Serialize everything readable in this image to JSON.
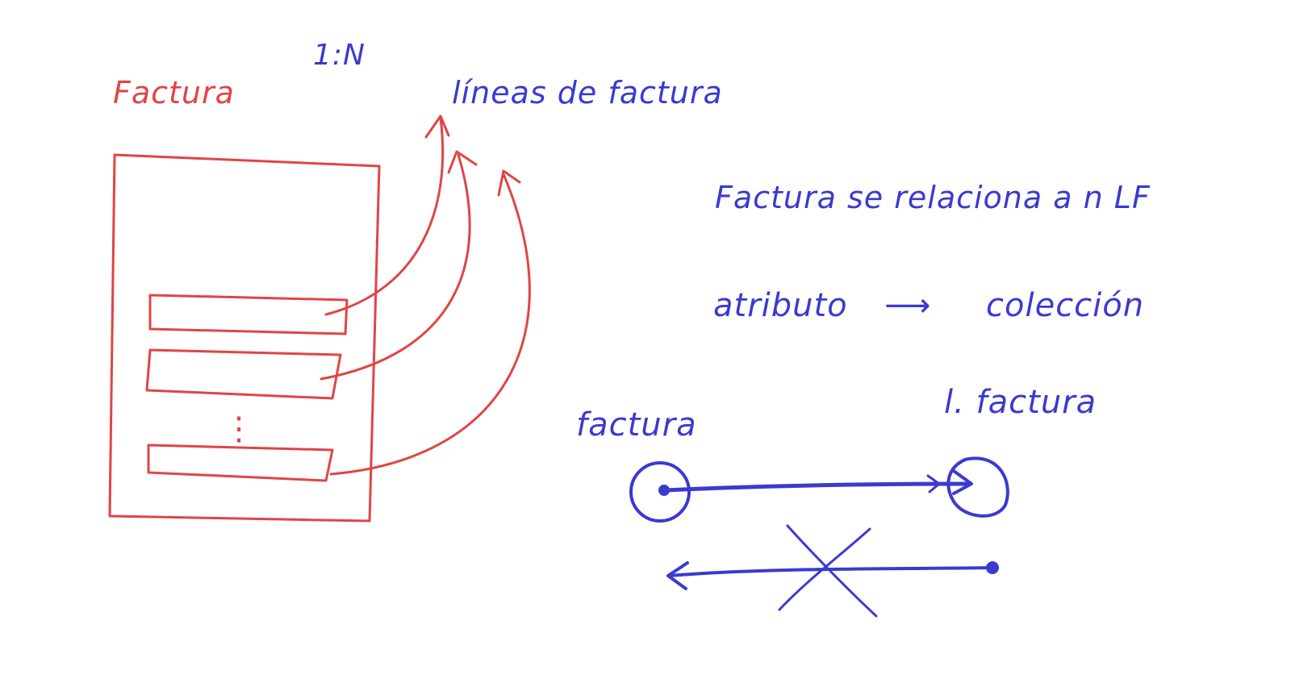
{
  "colors": {
    "red_ink": "#e04545",
    "blue_ink": "#3a3ad0",
    "background": "#ffffff"
  },
  "left_diagram": {
    "title": "Factura",
    "cardinality": "1:N",
    "target_label": "líneas de factura",
    "ellipsis": "⋮"
  },
  "notes": {
    "relation": "Factura se relaciona a n LF",
    "attribute": "atributo",
    "arrow": "⟶",
    "collection": "colección"
  },
  "navigability": {
    "source_label": "factura",
    "target_label": "l. factura"
  }
}
